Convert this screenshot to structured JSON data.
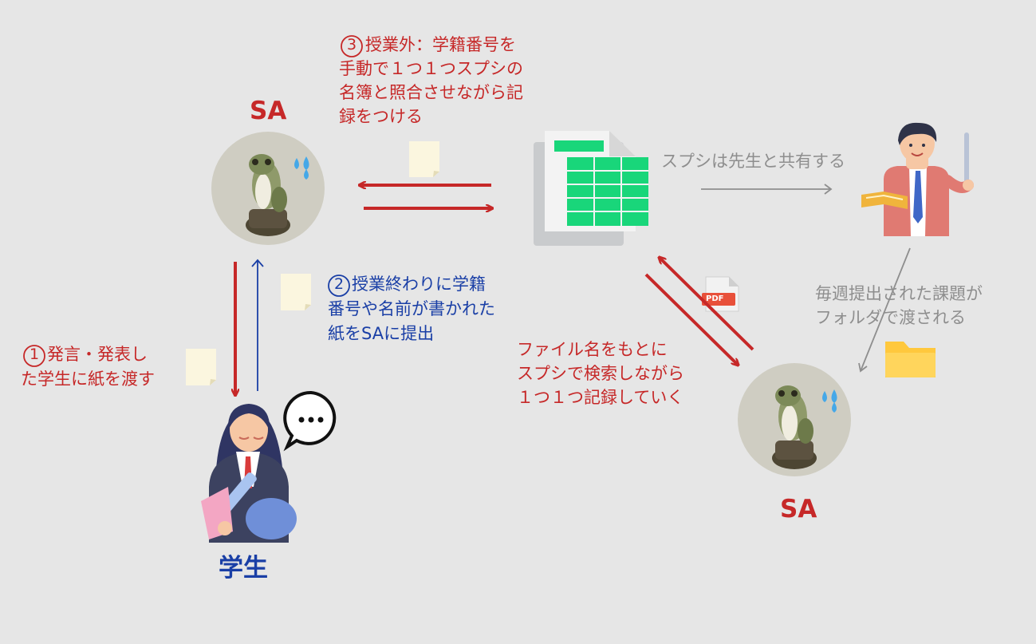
{
  "labels": {
    "sa_top": "SA",
    "sa_right": "SA",
    "student": "学生",
    "step1_num": "1",
    "step1_line1": "発言・発表し",
    "step1_line2": "た学生に紙を渡す",
    "step2_num": "2",
    "step2_line1": "授業終わりに学籍",
    "step2_line2": "番号や名前が書かれた",
    "step2_line3": "紙をSAに提出",
    "step3_num": "3",
    "step3_line1": "授業外：学籍番号を",
    "step3_line2": "手動で１つ１つスプシの",
    "step3_line3": "名簿と照合させながら記",
    "step3_line4": "録をつける",
    "share_text": "スプシは先生と共有する",
    "weekly_line1": "毎週提出された課題が",
    "weekly_line2": "フォルダで渡される",
    "search_line1": "ファイル名をもとに",
    "search_line2": "スプシで検索しながら",
    "search_line3": "１つ１つ記録していく",
    "pdf_tag": "PDF",
    "ellipsis": "…"
  },
  "colors": {
    "background": "#e6e6e6",
    "red": "#c62828",
    "blue": "#1a3fa6",
    "gray": "#8e8e8e",
    "sheet_green": "#19d67a",
    "folder": "#ffc83d"
  },
  "icons": [
    "frog-avatar-icon",
    "sweat-drop-icon",
    "paper-note-icon",
    "spreadsheet-icon",
    "teacher-icon",
    "student-icon",
    "speech-bubble-icon",
    "pdf-file-icon",
    "folder-icon"
  ]
}
